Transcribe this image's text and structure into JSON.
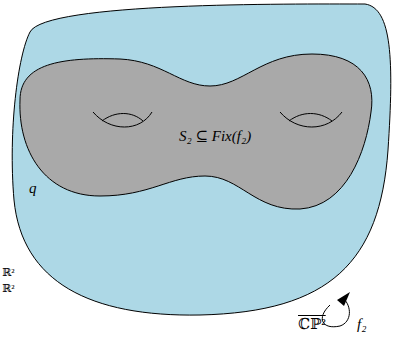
{
  "diagram": {
    "nodes": [
      {
        "text": [
          "ℂℙ²"
        ]
      },
      {
        "text": [
          "S₂ ⊆ Fix(f₂)"
        ],
        "in": 0
      }
    ],
    "labels": [
      "q",
      "f₂",
      "ℝ²",
      "ℝ²"
    ]
  }
}
